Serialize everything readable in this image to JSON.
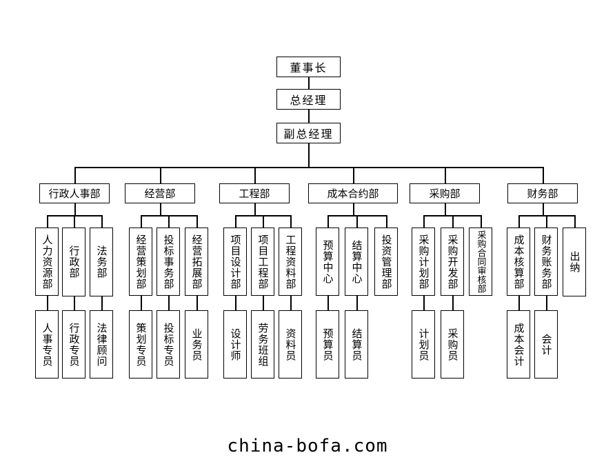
{
  "org": {
    "chairman": "董事长",
    "general_manager": "总经理",
    "deputy_gm": "副总经理",
    "departments": [
      {
        "name": "行政人事部",
        "units": [
          {
            "name": "人力资源部",
            "staff": "人事专员"
          },
          {
            "name": "行政部",
            "staff": "行政专员"
          },
          {
            "name": "法务部",
            "staff": "法律顾问"
          }
        ]
      },
      {
        "name": "经营部",
        "units": [
          {
            "name": "经营策划部",
            "staff": "策划专员"
          },
          {
            "name": "投标事务部",
            "staff": "投标专员"
          },
          {
            "name": "经营拓展部",
            "staff": "业务员"
          }
        ]
      },
      {
        "name": "工程部",
        "units": [
          {
            "name": "项目设计部",
            "staff": "设计师"
          },
          {
            "name": "项目工程部",
            "staff": "劳务班组"
          },
          {
            "name": "工程资料部",
            "staff": "资料员"
          }
        ]
      },
      {
        "name": "成本合约部",
        "units": [
          {
            "name": "预算中心",
            "staff": "预算员"
          },
          {
            "name": "结算中心",
            "staff": "结算员"
          },
          {
            "name": "投资管理部",
            "staff": null
          }
        ]
      },
      {
        "name": "采购部",
        "units": [
          {
            "name": "采购计划部",
            "staff": "计划员"
          },
          {
            "name": "采购开发部",
            "staff": "采购员"
          },
          {
            "name": "采购合同审核部",
            "staff": null
          }
        ]
      },
      {
        "name": "财务部",
        "units": [
          {
            "name": "成本核算部",
            "staff": "成本会计"
          },
          {
            "name": "财务账务部",
            "staff": "会计"
          },
          {
            "name": "出纳",
            "staff": null
          }
        ]
      }
    ]
  },
  "footer": "china-bofa.com"
}
